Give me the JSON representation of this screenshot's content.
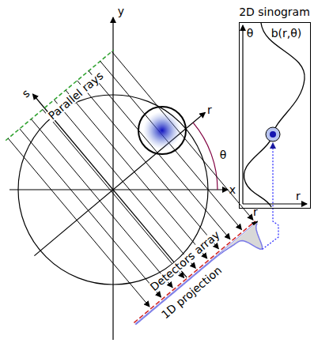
{
  "diagram": {
    "nodes": [
      {
        "text": [
          "2D sinogram"
        ]
      }
    ],
    "labels": [
      "s",
      "Parallel rays",
      "y",
      "x",
      "r",
      "θ",
      "Detectors array",
      "1D projection",
      "r",
      "θ",
      "b(r,θ)",
      "r"
    ]
  }
}
